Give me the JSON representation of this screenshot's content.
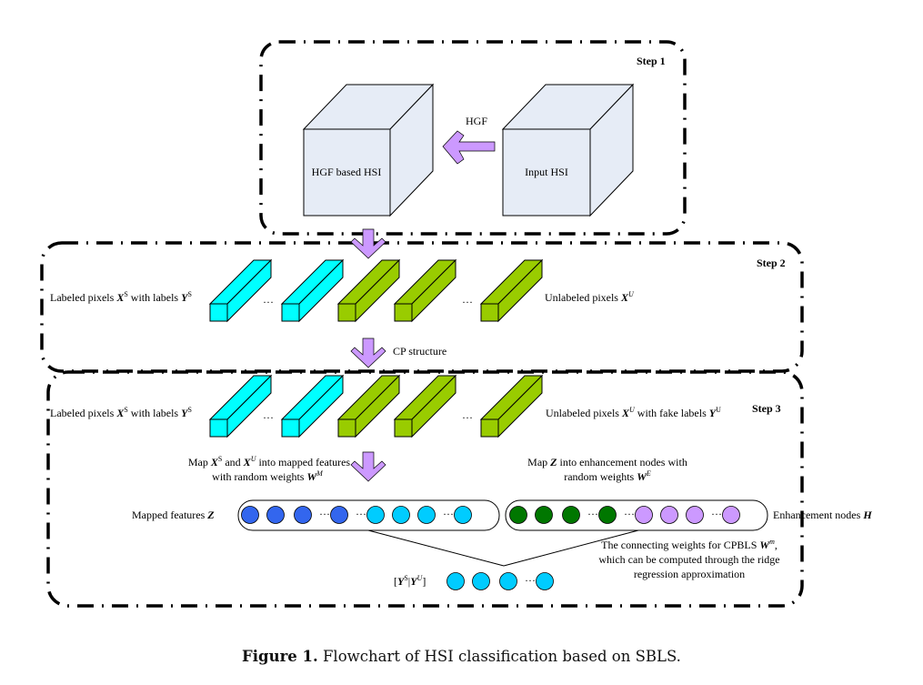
{
  "colors": {
    "cube_fill": "#e6ecf6",
    "labeled_bar": "#00ffff",
    "unlabeled_bar": "#99cc00",
    "arrow": "#cc99ff",
    "mapped_dark": "#3366ee",
    "mapped_light": "#00ccff",
    "enh_dark": "#007700",
    "enh_light": "#cc99ff",
    "output_node": "#00ccff"
  },
  "step1": {
    "label": "Step 1",
    "cube_left_label": "HGF based HSI",
    "cube_right_label": "Input HSI",
    "arrow_label": "HGF"
  },
  "step2": {
    "label": "Step 2",
    "left_text": "Labeled pixels ",
    "left_X": "X",
    "left_X_sup": "S",
    "left_mid": " with labels ",
    "left_Y": "Y",
    "left_Y_sup": "S",
    "right_text": "Unlabeled pixels ",
    "right_X": "X",
    "right_X_sup": "U",
    "ellipsis": "···",
    "bars": [
      "labeled",
      "labeled",
      "unlabeled",
      "unlabeled",
      "unlabeled"
    ]
  },
  "between_2_3": {
    "arrow_label": "CP structure"
  },
  "step3": {
    "label": "Step 3",
    "left_text": "Labeled pixels ",
    "left_X": "X",
    "left_X_sup": "S",
    "left_mid": " with labels ",
    "left_Y": "Y",
    "left_Y_sup": "S",
    "right_text": "Unlabeled pixels ",
    "right_X": "X",
    "right_X_sup": "U",
    "right_mid": " with fake labels ",
    "right_Y": "Y",
    "right_Y_sup": "U",
    "map_left_line1_a": "Map ",
    "map_left_line1_X1": "X",
    "map_left_line1_X1_sup": "S",
    "map_left_line1_b": " and ",
    "map_left_line1_X2": "X",
    "map_left_line1_X2_sup": "U",
    "map_left_line1_c": " into mapped features",
    "map_left_line2_a": "with random weights ",
    "map_left_line2_W": "W",
    "map_left_line2_W_sup": "M",
    "map_right_line1_a": "Map ",
    "map_right_line1_Z": "Z",
    "map_right_line1_b": " into enhancement nodes with",
    "map_right_line2_a": "random weights ",
    "map_right_line2_W": "W",
    "map_right_line2_W_sup": "E",
    "mapped_label_a": "Mapped features ",
    "mapped_label_Z": "Z",
    "enh_label_a": "Enhancement nodes ",
    "enh_label_H": "H",
    "weights_line1_a": "The connecting weights for CPBLS ",
    "weights_line1_W": "W",
    "weights_line1_W_sup": "m",
    "weights_line1_b": ",",
    "weights_line2": "which can be computed through the ridge",
    "weights_line3": "regression approximation",
    "output_label_a": "[",
    "output_label_Y1": "Y",
    "output_label_Y1_sup": "S",
    "output_label_bar": "|",
    "output_label_Y2": "Y",
    "output_label_Y2_sup": "U",
    "output_label_b": "]",
    "mapped_nodes": [
      "dark",
      "dark",
      "dark",
      "gap",
      "dark",
      "gap",
      "light",
      "light",
      "light",
      "gap",
      "light"
    ],
    "enh_nodes": [
      "dark",
      "dark",
      "dark",
      "gap",
      "dark",
      "gap",
      "light",
      "light",
      "light",
      "gap",
      "light"
    ],
    "output_nodes": [
      "node",
      "node",
      "node",
      "gap",
      "node"
    ]
  },
  "caption": {
    "bold": "Figure 1.",
    "text": " Flowchart of HSI classification based on SBLS."
  }
}
